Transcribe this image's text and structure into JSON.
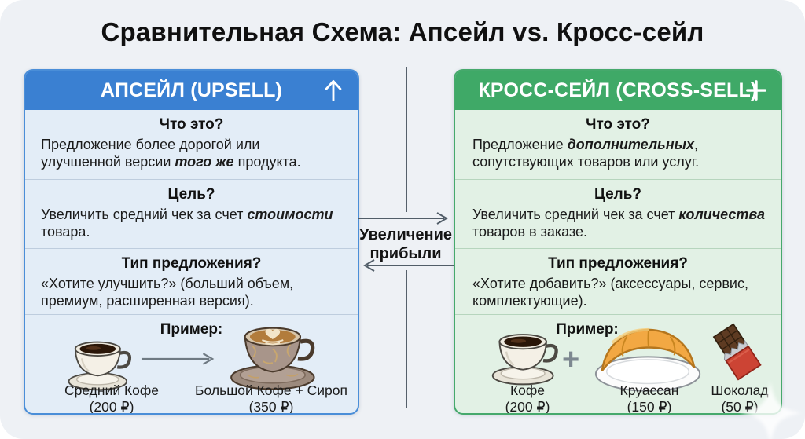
{
  "title": "Сравнительная Схема: Апсейл vs. Кросс-сейл",
  "center": {
    "profit_line1": "Увеличение",
    "profit_line2": "прибыли"
  },
  "colors": {
    "upsell_accent": "#3a80d2",
    "cross_accent": "#3fa967",
    "upsell_bg": "#e3edf7",
    "cross_bg": "#e2f1e5"
  },
  "upsell": {
    "header_label": "АПСЕЙЛ (UPSELL)",
    "header_icon": "arrow-up-icon",
    "what_heading": "Что это?",
    "what_line1": "Предложение более дорогой или",
    "what_line2_pre": "улучшенной версии ",
    "what_line2_em": "того же",
    "what_line2_post": " продукта.",
    "goal_heading": "Цель?",
    "goal_line1_pre": "Увеличить средний чек за счет ",
    "goal_line1_em": "стоимости",
    "goal_line2": "товара.",
    "offer_heading": "Тип предложения?",
    "offer_line1": "«Хотите улучшить?» (больший объем,",
    "offer_line2": "премиум, расширенная версия).",
    "example_heading": "Пример:",
    "from_label": "Средний Кофе",
    "from_price": "(200 ₽)",
    "to_label": "Большой Кофе + Сироп",
    "to_price": "(350 ₽)"
  },
  "cross_sell": {
    "header_label": "КРОСС-СЕЙЛ (CROSS-SELL)",
    "header_icon": "plus-icon",
    "what_heading": "Что это?",
    "what_line1_pre": "Предложение ",
    "what_line1_em": "дополнительных",
    "what_line1_post": ",",
    "what_line2": "сопутствующих товаров или услуг.",
    "goal_heading": "Цель?",
    "goal_line1_pre": "Увеличить средний чек за счет ",
    "goal_line1_em": "количества",
    "goal_line2": "товаров в заказе.",
    "offer_heading": "Тип предложения?",
    "offer_line1": "«Хотите добавить?» (аксессуары, сервис,",
    "offer_line2": "комплектующие).",
    "example_heading": "Пример:",
    "plus_sign": "+",
    "item1_label": "Кофе",
    "item1_price": "(200 ₽)",
    "item2_label": "Круассан",
    "item2_price": "(150 ₽)",
    "item3_label": "Шоколад",
    "item3_price": "(50 ₽)"
  }
}
